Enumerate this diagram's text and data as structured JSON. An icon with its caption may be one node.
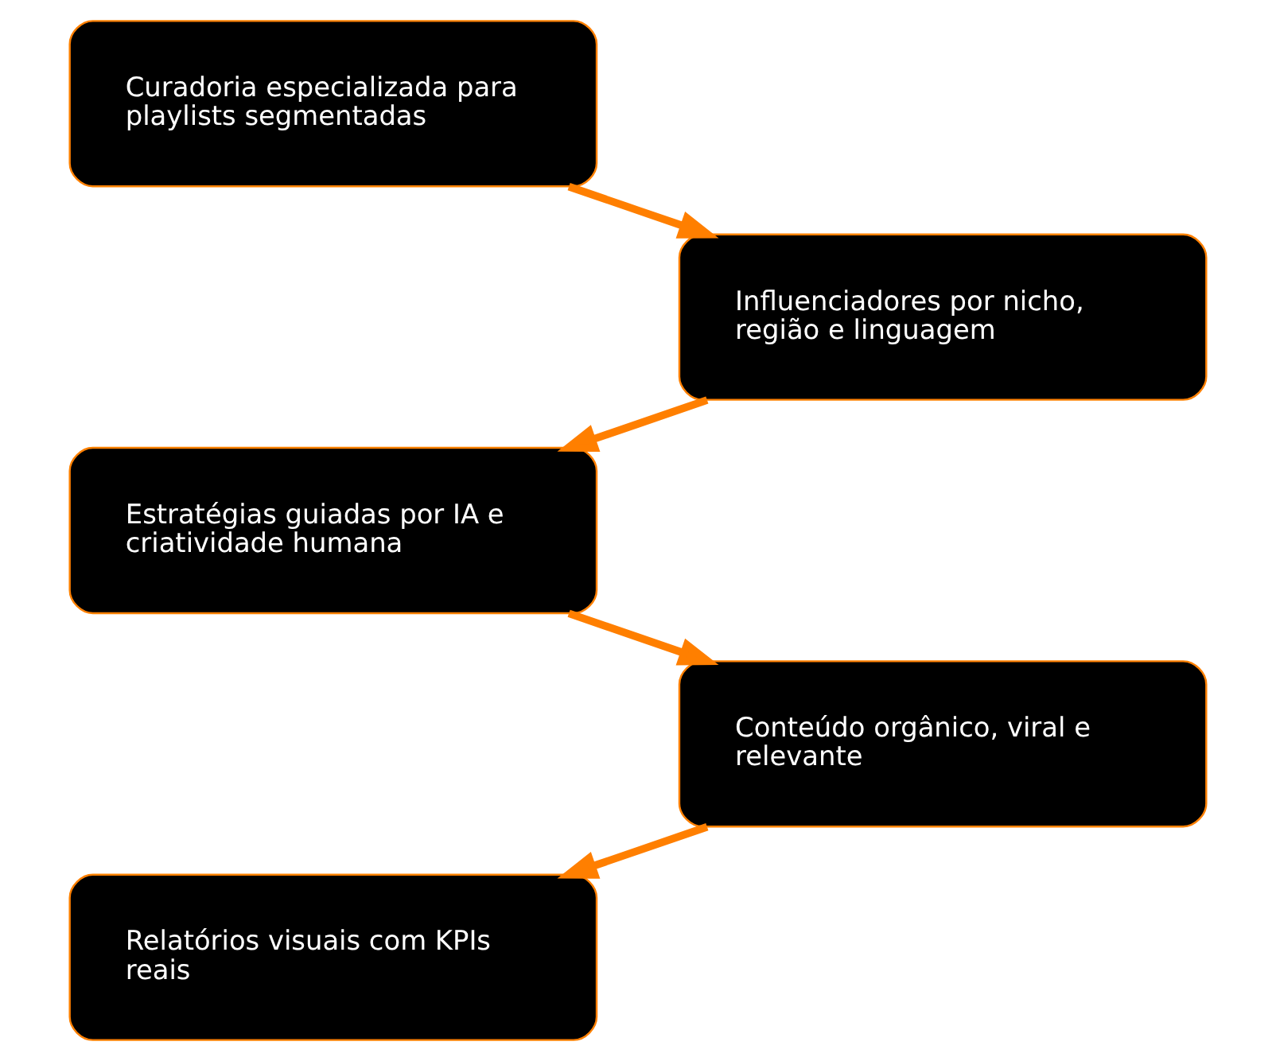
{
  "diagram": {
    "nodes": [
      {
        "text": [
          "Curadoria especializada para playlists segmentadas"
        ]
      },
      {
        "text": [
          "Influenciadores por nicho, região e linguagem"
        ]
      },
      {
        "text": [
          "Estratégias guiadas por IA e criatividade humana"
        ]
      },
      {
        "text": [
          "Conteúdo orgânico, viral e relevante"
        ]
      },
      {
        "text": [
          "Relatórios visuais com KPIs reais"
        ]
      }
    ],
    "edges": [
      {
        "from": 0,
        "to": 1,
        "arrow": "to"
      },
      {
        "from": 1,
        "to": 2,
        "arrow": "to"
      },
      {
        "from": 2,
        "to": 3,
        "arrow": "to"
      },
      {
        "from": 3,
        "to": 4,
        "arrow": "to"
      }
    ]
  }
}
